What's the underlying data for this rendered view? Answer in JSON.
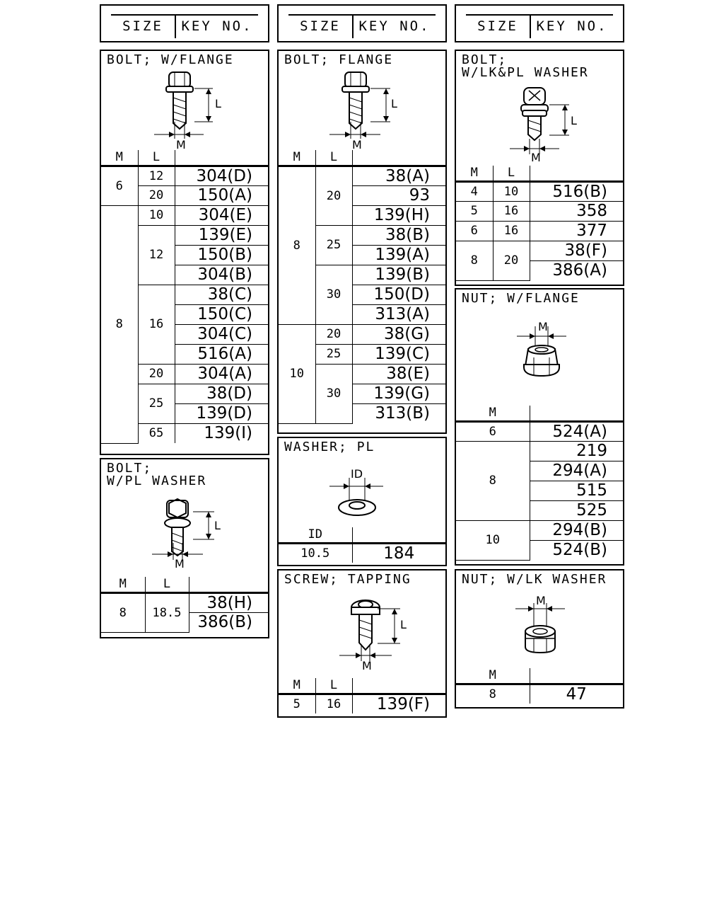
{
  "header": {
    "size_label": "SIZE",
    "key_label": "KEY NO."
  },
  "bolt_w_flange": {
    "title": "BOLT; W/FLANGE",
    "dims": {
      "l": "L",
      "m": "M"
    },
    "columns": [
      "M",
      "L",
      ""
    ],
    "rows": [
      [
        "6",
        "12",
        "304(D)"
      ],
      [
        "",
        "20",
        "150(A)"
      ],
      [
        "8",
        "10",
        "304(E)"
      ],
      [
        "",
        "12",
        "139(E)"
      ],
      [
        "",
        "",
        "150(B)"
      ],
      [
        "",
        "",
        "304(B)"
      ],
      [
        "",
        "16",
        "38(C)"
      ],
      [
        "",
        "",
        "150(C)"
      ],
      [
        "",
        "",
        "304(C)"
      ],
      [
        "",
        "",
        "516(A)"
      ],
      [
        "",
        "20",
        "304(A)"
      ],
      [
        "",
        "25",
        "38(D)"
      ],
      [
        "",
        "",
        "139(D)"
      ],
      [
        "",
        "65",
        "139(I)"
      ]
    ]
  },
  "bolt_w_pl_washer": {
    "title": "BOLT;\nW/PL WASHER",
    "dims": {
      "l": "L",
      "m": "M"
    },
    "columns": [
      "M",
      "L",
      ""
    ],
    "rows": [
      [
        "8",
        "18.5",
        "38(H)"
      ],
      [
        "",
        "",
        "386(B)"
      ]
    ]
  },
  "bolt_flange": {
    "title": "BOLT; FLANGE",
    "dims": {
      "l": "L",
      "m": "M"
    },
    "columns": [
      "M",
      "L",
      ""
    ],
    "rows": [
      [
        "8",
        "20",
        "38(A)"
      ],
      [
        "",
        "",
        "93"
      ],
      [
        "",
        "",
        "139(H)"
      ],
      [
        "",
        "25",
        "38(B)"
      ],
      [
        "",
        "",
        "139(A)"
      ],
      [
        "",
        "30",
        "139(B)"
      ],
      [
        "",
        "",
        "150(D)"
      ],
      [
        "",
        "",
        "313(A)"
      ],
      [
        "10",
        "20",
        "38(G)"
      ],
      [
        "",
        "25",
        "139(C)"
      ],
      [
        "",
        "30",
        "38(E)"
      ],
      [
        "",
        "",
        "139(G)"
      ],
      [
        "",
        "",
        "313(B)"
      ]
    ]
  },
  "washer_pl": {
    "title": "WASHER; PL",
    "dims": {
      "id": "ID"
    },
    "columns": [
      "ID",
      ""
    ],
    "rows": [
      [
        "10.5",
        "184"
      ]
    ]
  },
  "screw_tapping": {
    "title": "SCREW; TAPPING",
    "dims": {
      "l": "L",
      "m": "M"
    },
    "columns": [
      "M",
      "L",
      ""
    ],
    "rows": [
      [
        "5",
        "16",
        "139(F)"
      ]
    ]
  },
  "bolt_w_lk_pl_washer": {
    "title": "BOLT;\nW/LK&PL WASHER",
    "dims": {
      "l": "L",
      "m": "M"
    },
    "columns": [
      "M",
      "L",
      ""
    ],
    "rows": [
      [
        "4",
        "10",
        "516(B)"
      ],
      [
        "5",
        "16",
        "358"
      ],
      [
        "6",
        "16",
        "377"
      ],
      [
        "8",
        "20",
        "38(F)"
      ],
      [
        "",
        "",
        "386(A)"
      ]
    ]
  },
  "nut_w_flange": {
    "title": "NUT; W/FLANGE",
    "dims": {
      "m": "M"
    },
    "columns": [
      "M",
      ""
    ],
    "rows": [
      [
        "6",
        "524(A)"
      ],
      [
        "8",
        "219"
      ],
      [
        "",
        "294(A)"
      ],
      [
        "",
        "515"
      ],
      [
        "",
        "525"
      ],
      [
        "10",
        "294(B)"
      ],
      [
        "",
        "524(B)"
      ]
    ]
  },
  "nut_w_lk_washer": {
    "title": "NUT; W/LK WASHER",
    "dims": {
      "m": "M"
    },
    "columns": [
      "M",
      ""
    ],
    "rows": [
      [
        "8",
        "47"
      ]
    ]
  }
}
